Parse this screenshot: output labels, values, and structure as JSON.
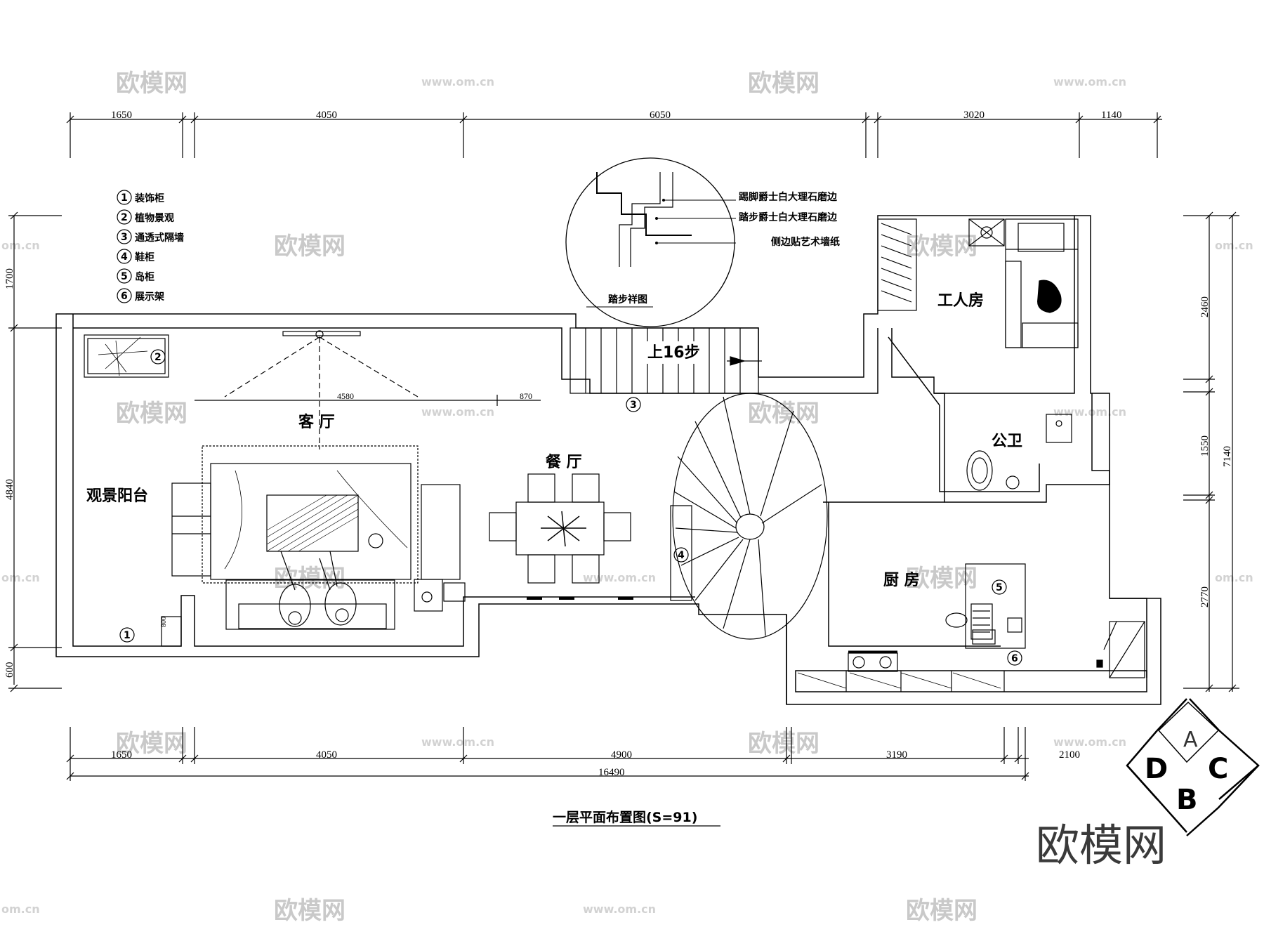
{
  "dims_top": [
    "1650",
    "4050",
    "6050",
    "3020",
    "1140"
  ],
  "dims_bottom": [
    "1650",
    "4050",
    "4900",
    "3190",
    "2100"
  ],
  "dim_total": "16490",
  "dims_left": [
    "1700",
    "4840",
    "600"
  ],
  "dims_right": [
    "2460",
    "1550",
    "2770"
  ],
  "dim_right_total": "7140",
  "dims_inner": [
    "4580",
    "870",
    "800"
  ],
  "legend": [
    {
      "num": "1",
      "label": "装饰柜"
    },
    {
      "num": "2",
      "label": "植物景观"
    },
    {
      "num": "3",
      "label": "通透式隔墙"
    },
    {
      "num": "4",
      "label": "鞋柜"
    },
    {
      "num": "5",
      "label": "岛柜"
    },
    {
      "num": "6",
      "label": "展示架"
    }
  ],
  "detail": {
    "title": "踏步祥图",
    "notes": [
      "踢脚爵士白大理石磨边",
      "踏步爵士白大理石磨边",
      "侧边贴艺术墙纸"
    ]
  },
  "rooms": {
    "living": "客 厅",
    "dining": "餐 厅",
    "balcony": "观景阳台",
    "servant": "工人房",
    "bath": "公卫",
    "kitchen": "厨 房"
  },
  "stair_label": "上16步",
  "markers": [
    "1",
    "2",
    "3",
    "4",
    "5",
    "6"
  ],
  "title": "一层平面布置图(S=91)",
  "badge": {
    "a": "A",
    "b": "B",
    "c": "C",
    "d": "D"
  },
  "brand": "欧模网",
  "watermark_cn": "欧模网",
  "watermark_url": "www.om.cn",
  "watermark_edge": "om.cn"
}
